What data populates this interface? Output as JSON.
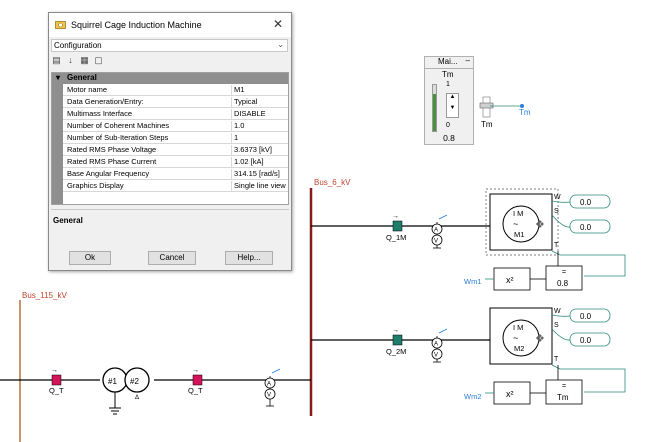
{
  "dialog": {
    "title": "Squirrel Cage Induction Machine",
    "close_glyph": "✕",
    "view_selector": "Configuration",
    "category": "General",
    "properties": [
      {
        "name": "Motor name",
        "value": "M1"
      },
      {
        "name": "Data Generation/Entry:",
        "value": "Typical"
      },
      {
        "name": "Multimass Interface",
        "value": "DISABLE"
      },
      {
        "name": "Number of Coherent Machines",
        "value": "1.0"
      },
      {
        "name": "Number of Sub-Iteration Steps",
        "value": "1"
      },
      {
        "name": "Rated RMS Phase Voltage",
        "value": "3.6373 [kV]"
      },
      {
        "name": "Rated RMS Phase Current",
        "value": "1.02 [kA]"
      },
      {
        "name": "Base Angular Frequency",
        "value": "314.15 [rad/s]"
      },
      {
        "name": "Graphics Display",
        "value": "Single line view"
      }
    ],
    "description_title": "General",
    "buttons": {
      "ok": "Ok",
      "cancel": "Cancel",
      "help": "Help..."
    }
  },
  "slider": {
    "header": "Mai...",
    "menu_glyph": "–",
    "unit": "Tm",
    "max": "1",
    "min": "0",
    "value": "0.8",
    "fill_fraction": 0.8
  },
  "schematic": {
    "bus_115": "Bus_115_kV",
    "bus_6": "Bus_6_kV",
    "breaker_qt_left": "Q_T",
    "breaker_qt_right": "Q_T",
    "breaker_q1m": "Q_1M",
    "breaker_q2m": "Q_2M",
    "xfmr_w1": "#1",
    "xfmr_w2": "#2",
    "meter_a": "A",
    "meter_v": "V",
    "tm_ctrl_label": "Tm",
    "tm_signal": "Tm",
    "motor1": {
      "line1": "I M",
      "name": "M1",
      "w": "W",
      "s": "S",
      "t": "T",
      "w_out": "0.0",
      "s_out": "0.0",
      "square_in": "Wm1",
      "square_op": "x²",
      "gain_op": "=",
      "gain_val": "0.8"
    },
    "motor2": {
      "line1": "I M",
      "name": "M2",
      "w": "W",
      "s": "S",
      "t": "T",
      "w_out": "0.0",
      "s_out": "0.0",
      "square_in": "Wm2",
      "square_op": "x²",
      "gain_op": "=",
      "gain_val": "Tm"
    }
  },
  "colors": {
    "bus": "#a0521e",
    "breaker_red": "#d4145a",
    "breaker_teal": "#1d7f6b",
    "signal": "#2b7fd6",
    "wire": "#000000",
    "loop": "#2a8a7a"
  }
}
